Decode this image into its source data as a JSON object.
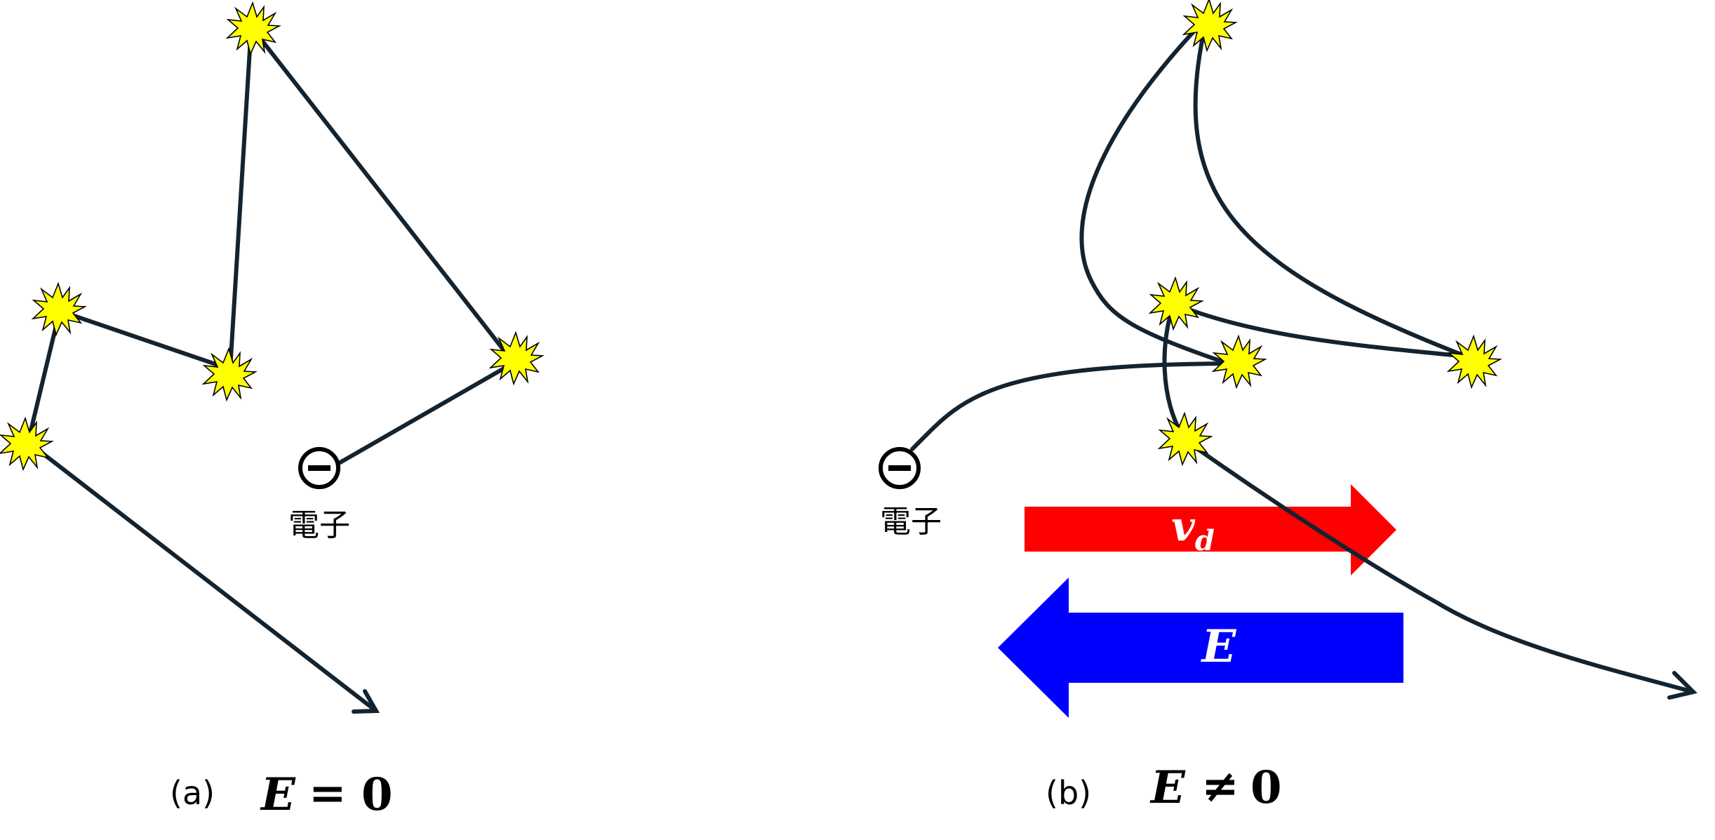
{
  "panel_a": {
    "caption_letter": "(a)",
    "caption_lhs": "E",
    "caption_op": "=",
    "caption_rhs": "0",
    "electron_label": "電子",
    "collision_count": 5
  },
  "panel_b": {
    "caption_letter": "(b)",
    "caption_lhs": "E",
    "caption_op": "≠",
    "caption_rhs": "0",
    "electron_label": "電子",
    "collision_count": 5,
    "drift_arrow": {
      "label_main": "v",
      "label_sub": "d",
      "color": "#ff0000",
      "direction": "right"
    },
    "field_arrow": {
      "label": "E",
      "color": "#0000ff",
      "direction": "left"
    }
  },
  "colors": {
    "trajectory": "#13232f",
    "collision_fill": "#ffff00",
    "collision_stroke": "#000000"
  },
  "icons": {
    "collision": "collision-burst-icon",
    "electron": "electron-minus-icon"
  }
}
